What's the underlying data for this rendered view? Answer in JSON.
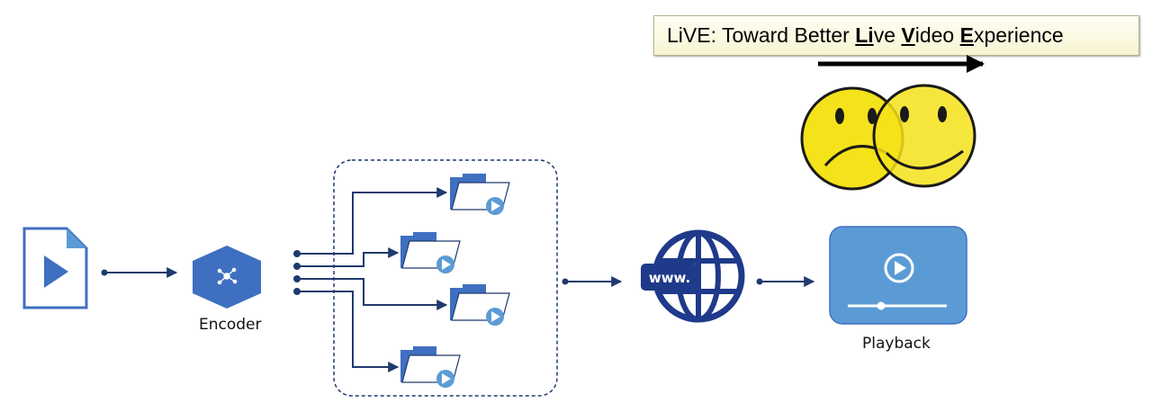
{
  "title": {
    "parts": [
      {
        "text": "LiVE: Toward Better ",
        "bold": false
      },
      {
        "text": "Li",
        "bold": true
      },
      {
        "text": "ve ",
        "bold": false
      },
      {
        "text": "V",
        "bold": true
      },
      {
        "text": "ideo ",
        "bold": false
      },
      {
        "text": "E",
        "bold": true
      },
      {
        "text": "xperience",
        "bold": false
      }
    ]
  },
  "labels": {
    "encoder": "Encoder",
    "playback": "Playback",
    "www": "www."
  },
  "colors": {
    "blue_primary": "#3f6fc0",
    "blue_light": "#5b9bd5",
    "navy": "#1f3a6e",
    "smiley_yellow": "#f4e21a"
  },
  "icons": [
    "video-file-icon",
    "encoder-icon",
    "folder-video-icon",
    "globe-www-icon",
    "video-player-icon",
    "sad-face-icon",
    "happy-face-icon"
  ]
}
